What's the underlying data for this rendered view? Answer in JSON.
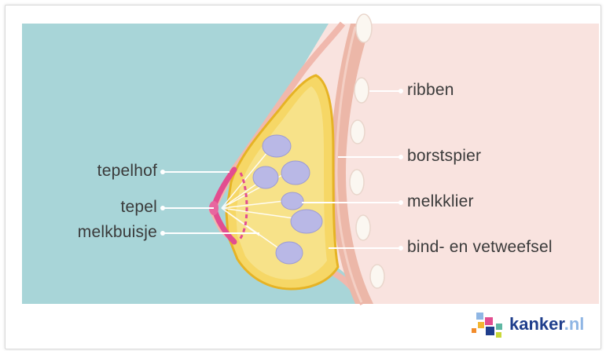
{
  "labels": {
    "left": {
      "areola": "tepelhof",
      "nipple": "tepel",
      "milk_duct": "melkbuisje"
    },
    "right": {
      "ribs": "ribben",
      "chest_muscle": "borstspier",
      "mammary_gland": "melkklier",
      "connective_fat_tissue": "bind- en vetweefsel"
    }
  },
  "logo": {
    "name": "kanker",
    "tld": ".nl"
  },
  "colors": {
    "background_outside": "#a8d5d8",
    "body_skin": "#f9e3df",
    "skin_outline": "#f0b8ad",
    "muscle": "#ecb7a8",
    "breast_fill": "#f6d766",
    "breast_outline": "#e6b325",
    "lobule": "#b9b8e6",
    "areola": "#e24d90",
    "rib": "#fbf7f1",
    "leader_line": "#ffffff",
    "label_text": "#3a3a3a"
  }
}
